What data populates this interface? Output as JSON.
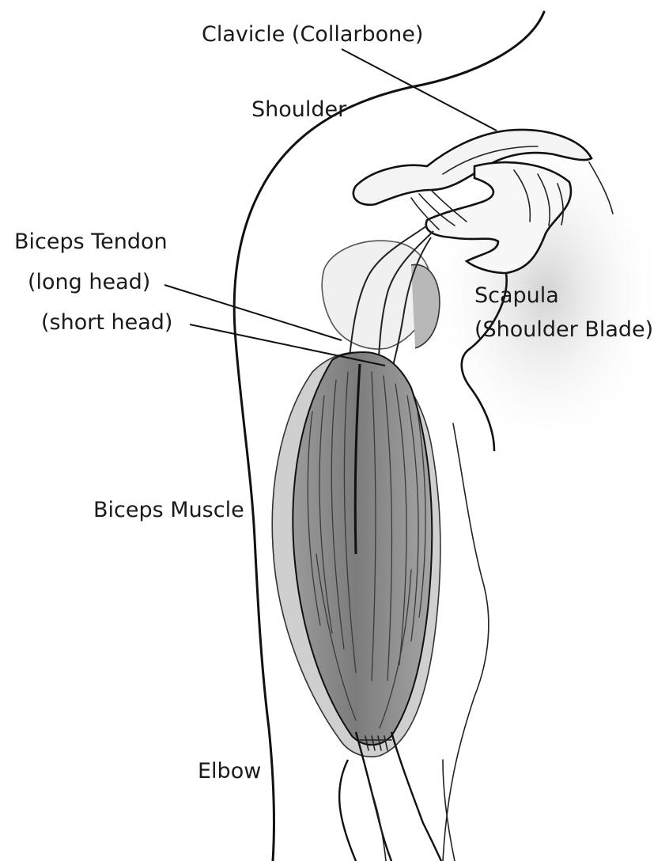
{
  "labels": {
    "clavicle": "Clavicle (Collarbone)",
    "shoulder": "Shoulder",
    "biceps_tendon": "Biceps Tendon",
    "long_head": "(long head)",
    "short_head": "(short head)",
    "scapula_line1": "Scapula",
    "scapula_line2": "(Shoulder Blade)",
    "biceps_muscle": "Biceps Muscle",
    "elbow": "Elbow"
  },
  "colors": {
    "outline": "#111111",
    "muscle_dark": "#8a8a8a",
    "muscle_mid": "#a8a8a8",
    "muscle_light": "#c9c9c9",
    "bone": "#f2f2f2",
    "shadow": "#dcdcdc"
  }
}
